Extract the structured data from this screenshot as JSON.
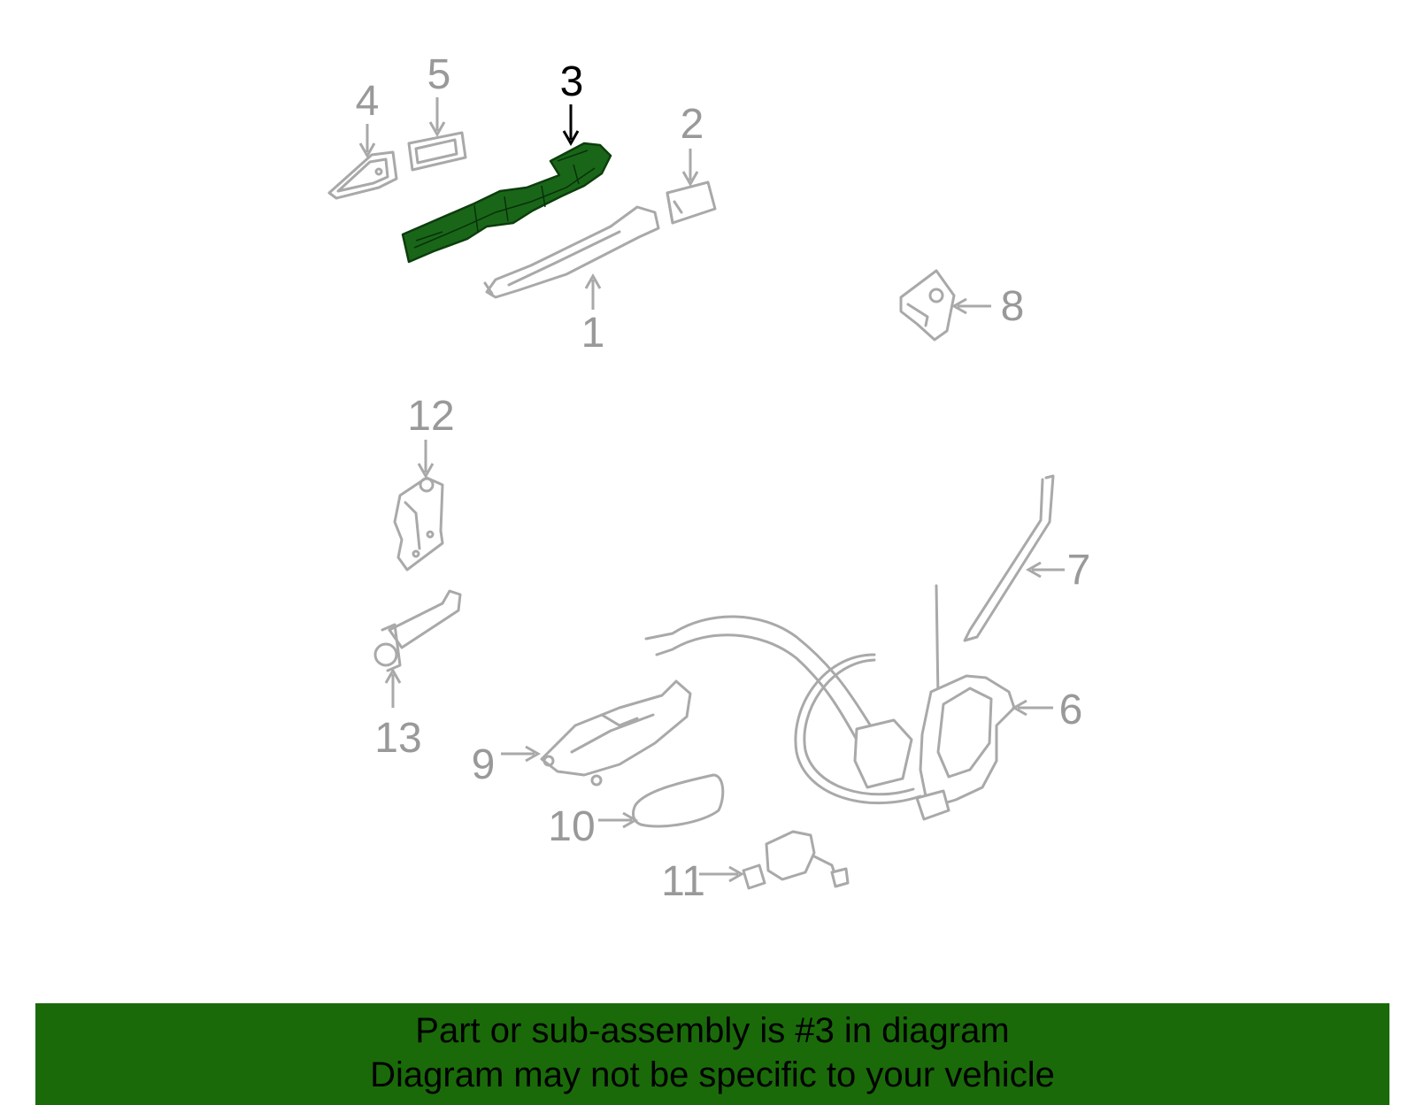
{
  "diagram": {
    "highlighted_part": "3",
    "callouts": {
      "c1": "1",
      "c2": "2",
      "c3": "3",
      "c4": "4",
      "c5": "5",
      "c6": "6",
      "c7": "7",
      "c8": "8",
      "c9": "9",
      "c10": "10",
      "c11": "11",
      "c12": "12",
      "c13": "13"
    },
    "colors": {
      "highlight": "#196619",
      "outline": "#a9a9a9",
      "callout": "#999999",
      "active_callout": "#000000",
      "banner": "#1a6a0a"
    }
  },
  "banner": {
    "line1": "Part or sub-assembly is #3 in diagram",
    "line2": "Diagram may not be specific to your vehicle"
  }
}
